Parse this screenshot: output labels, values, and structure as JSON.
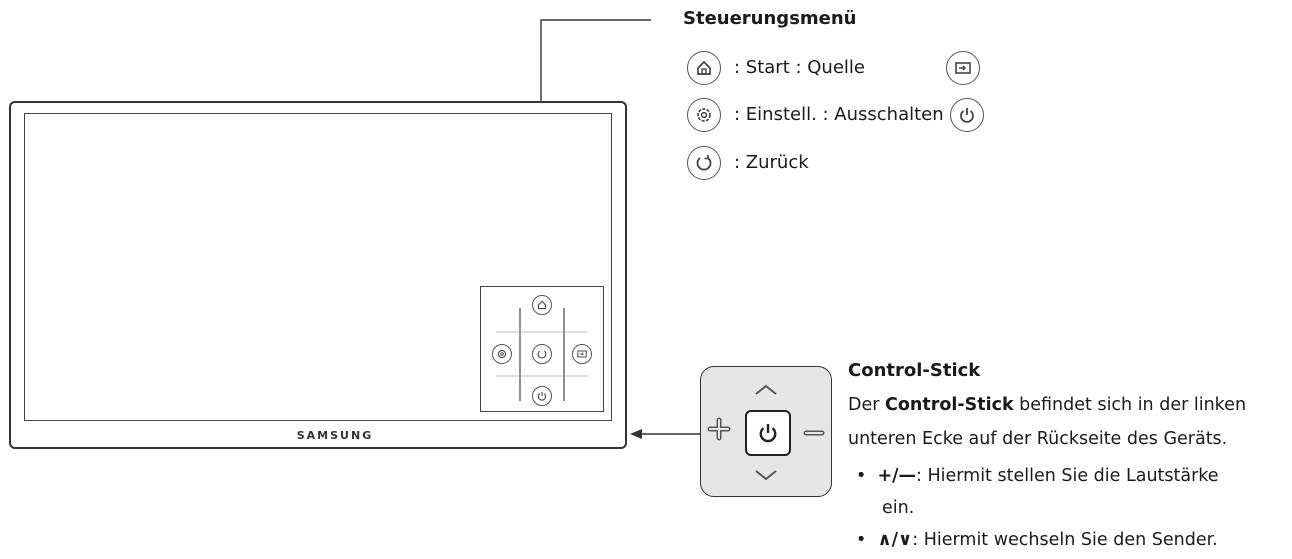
{
  "menu": {
    "title": "Steuerungsmenü",
    "items": [
      {
        "text": ": Start : Quelle",
        "icon": "home-icon"
      },
      {
        "text": ": Einstell. : Ausschalten",
        "icon": "settings-gear-icon"
      },
      {
        "text": ": Zurück",
        "icon": "back-return-icon"
      }
    ],
    "right_icons": [
      "source-input-icon",
      "power-icon"
    ]
  },
  "tv": {
    "brand": "SAMSUNG"
  },
  "stick": {
    "title": "Control-Stick",
    "desc_prefix": "Der ",
    "desc_bold": "Control-Stick",
    "desc_suffix": " befindet sich in der linken",
    "desc_line2": "unteren Ecke auf der Rückseite des Geräts.",
    "bullet1_symbols": "+/—",
    "bullet1_text": ": Hiermit stellen Sie die Lautstärke",
    "bullet1_cont": "ein.",
    "bullet2_symbols": "∧/∨",
    "bullet2_text": ": Hiermit wechseln Sie den Sender."
  }
}
